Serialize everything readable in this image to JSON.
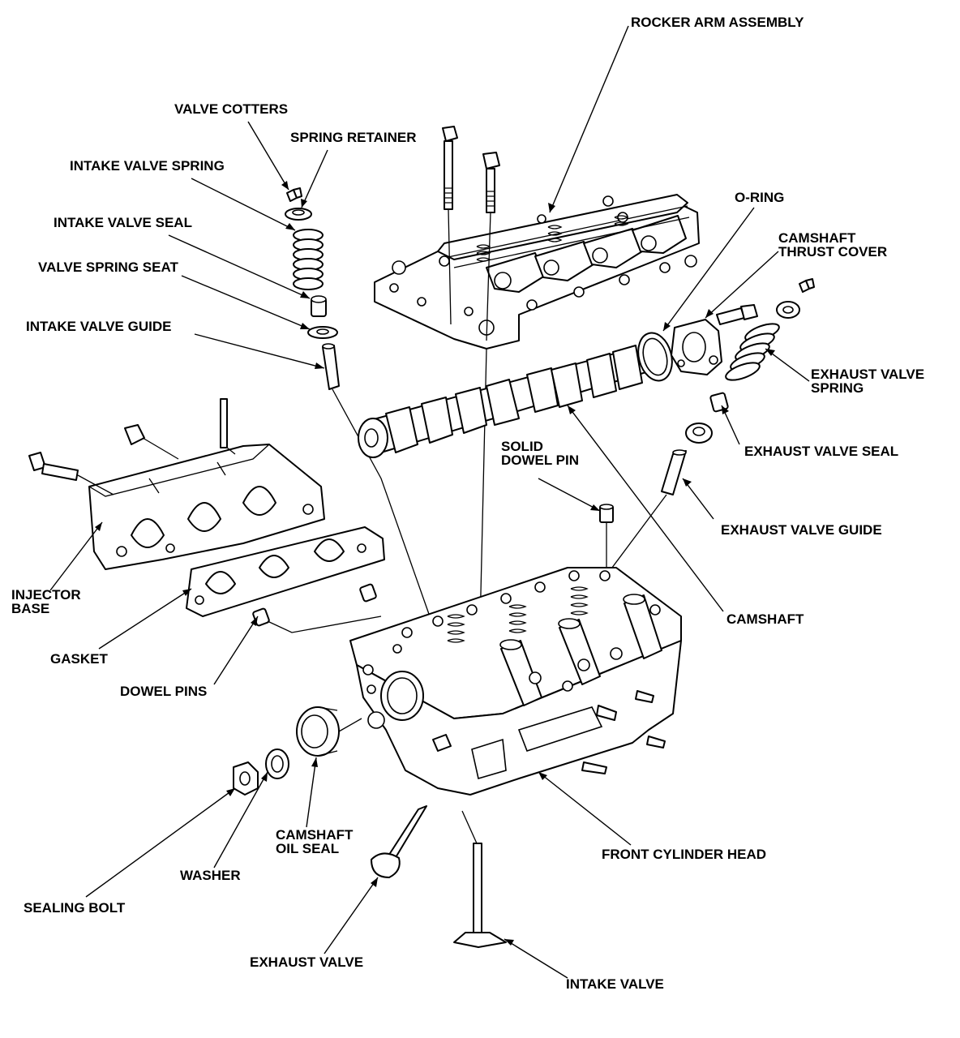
{
  "labels": {
    "rocker_arm_assembly": "ROCKER ARM ASSEMBLY",
    "valve_cotters": "VALVE COTTERS",
    "spring_retainer": "SPRING RETAINER",
    "intake_valve_spring": "INTAKE VALVE SPRING",
    "intake_valve_seal": "INTAKE VALVE SEAL",
    "valve_spring_seat": "VALVE SPRING SEAT",
    "intake_valve_guide": "INTAKE VALVE GUIDE",
    "o_ring": "O-RING",
    "camshaft_thrust_cover_1": "CAMSHAFT",
    "camshaft_thrust_cover_2": "THRUST COVER",
    "exhaust_valve_spring_1": "EXHAUST VALVE",
    "exhaust_valve_spring_2": "SPRING",
    "exhaust_valve_seal": "EXHAUST VALVE SEAL",
    "solid_dowel_pin_1": "SOLID",
    "solid_dowel_pin_2": "DOWEL PIN",
    "exhaust_valve_guide": "EXHAUST VALVE GUIDE",
    "injector_base_1": "INJECTOR",
    "injector_base_2": "BASE",
    "camshaft": "CAMSHAFT",
    "gasket": "GASKET",
    "dowel_pins": "DOWEL PINS",
    "camshaft_oil_seal_1": "CAMSHAFT",
    "camshaft_oil_seal_2": "OIL SEAL",
    "front_cylinder_head": "FRONT CYLINDER HEAD",
    "washer": "WASHER",
    "sealing_bolt": "SEALING BOLT",
    "exhaust_valve": "EXHAUST VALVE",
    "intake_valve": "INTAKE VALVE"
  },
  "colors": {
    "line": "#000000",
    "background": "#ffffff"
  }
}
